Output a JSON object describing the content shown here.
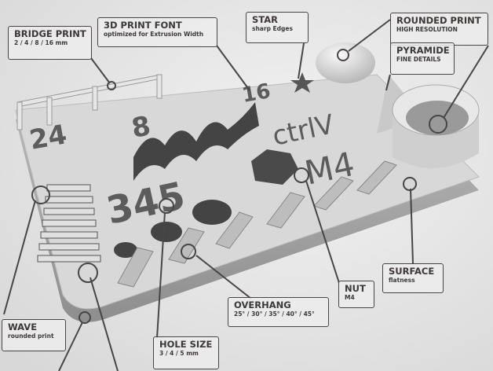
{
  "labels": {
    "bridge": {
      "title": "BRIDGE PRINT",
      "sub": "2 / 4 / 8 / 16 mm"
    },
    "font": {
      "title": "3D PRINT FONT",
      "sub": "optimized for Extrusion Width"
    },
    "star": {
      "title": "STAR",
      "sub": "sharp Edges"
    },
    "rounded": {
      "title": "ROUNDED PRINT",
      "sub": "HIGH RESOLUTION"
    },
    "pyramide": {
      "title": "PYRAMIDE",
      "sub": "FINE DETAILS"
    },
    "wave": {
      "title": "WAVE",
      "sub": "rounded print"
    },
    "hole": {
      "title": "HOLE SIZE",
      "sub": "3 / 4 / 5 mm"
    },
    "overhang": {
      "title": "OVERHANG",
      "sub": "25° / 30° / 35° / 40° / 45°"
    },
    "nut": {
      "title": "NUT",
      "sub": "M4"
    },
    "surface": {
      "title": "SURFACE",
      "sub": "flatness"
    }
  },
  "model_text": {
    "n24": "24",
    "n8": "8",
    "n16": "16",
    "ctrlv": "ctrlV",
    "m4": "M4",
    "n345": "345"
  },
  "colors": {
    "label_border": "#4a4443",
    "plate": "#d6d6d6",
    "background": "#e4e4e4"
  }
}
